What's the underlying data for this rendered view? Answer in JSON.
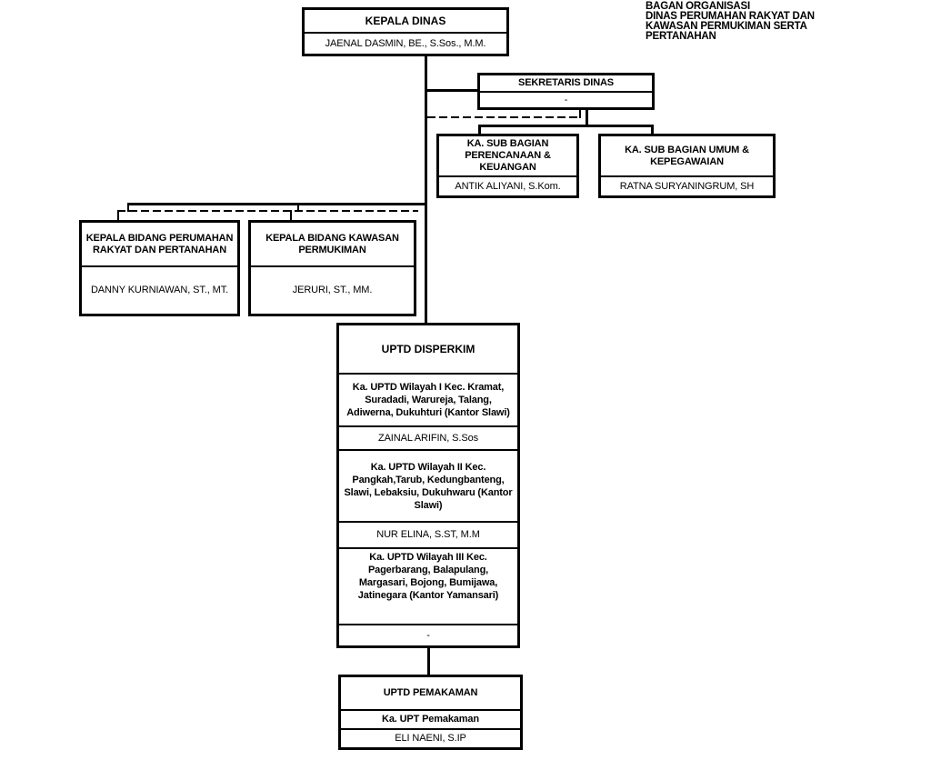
{
  "header": {
    "lines": [
      "BAGAN ORGANISASI",
      "DINAS PERUMAHAN RAKYAT DAN",
      "KAWASAN PERMUKIMAN SERTA",
      "PERTANAHAN"
    ]
  },
  "org": {
    "kepala_dinas": {
      "title": "KEPALA DINAS",
      "name": "JAENAL DASMIN, BE., S.Sos., M.M."
    },
    "sekretaris": {
      "title": "SEKRETARIS DINAS",
      "name": "-"
    },
    "sub_bagian": [
      {
        "title": "KA. SUB BAGIAN PERENCANAAN & KEUANGAN",
        "name": "ANTIK ALIYANI, S.Kom."
      },
      {
        "title": "KA. SUB BAGIAN UMUM & KEPEGAWAIAN",
        "name": "RATNA SURYANINGRUM, SH"
      }
    ],
    "bidang": [
      {
        "title": "KEPALA BIDANG PERUMAHAN RAKYAT DAN PERTANAHAN",
        "name": "DANNY KURNIAWAN, ST., MT."
      },
      {
        "title": "KEPALA BIDANG KAWASAN PERMUKIMAN",
        "name": "JERURI, ST., MM."
      }
    ],
    "uptd_disperkim": {
      "title": "UPTD DISPERKIM",
      "units": [
        {
          "label": "Ka. UPTD Wilayah I Kec. Kramat, Suradadi, Warureja, Talang, Adiwerna, Dukuhturi (Kantor Slawi)",
          "name": "ZAINAL ARIFIN, S.Sos"
        },
        {
          "label": "Ka. UPTD Wilayah II Kec. Pangkah,Tarub, Kedungbanteng, Slawi, Lebaksiu, Dukuhwaru (Kantor Slawi)",
          "name": "NUR ELINA, S.ST, M.M"
        },
        {
          "label": "Ka. UPTD Wilayah III Kec. Pagerbarang, Balapulang, Margasari, Bojong, Bumijawa, Jatinegara (Kantor Yamansari)",
          "name": "-"
        }
      ]
    },
    "uptd_pemakaman": {
      "title": "UPTD PEMAKAMAN",
      "subtitle": "Ka. UPT Pemakaman",
      "name": "ELI NAENI, S.IP"
    }
  },
  "colors": {
    "ink": "#000000",
    "background": "#ffffff"
  }
}
